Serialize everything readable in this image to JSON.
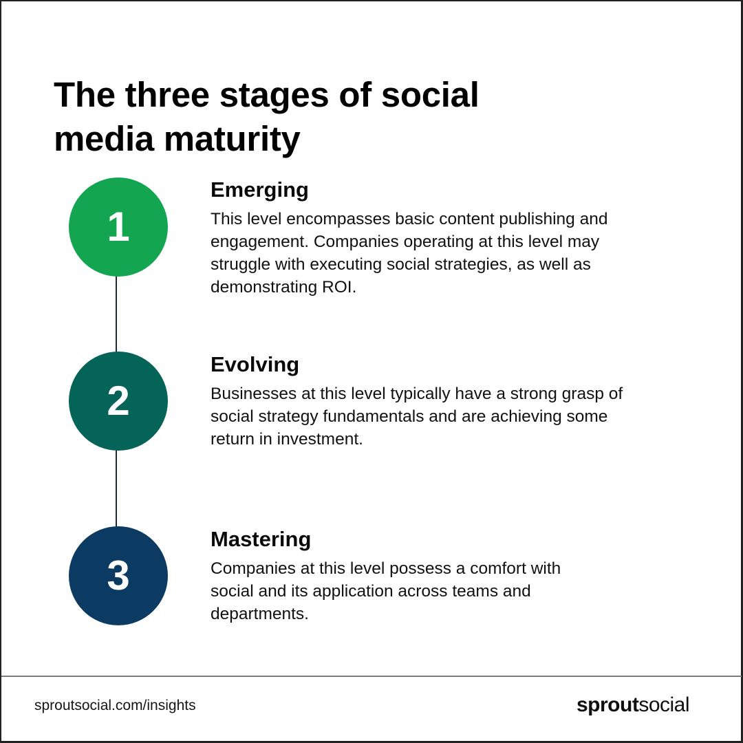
{
  "title": "The three stages of social media maturity",
  "stages": [
    {
      "number": "1",
      "label": "Emerging",
      "description": "This level encompasses basic content publishing and engagement. Companies operating at this level may struggle with executing social strategies, as well as demonstrating ROI.",
      "color": "#14a550"
    },
    {
      "number": "2",
      "label": "Evolving",
      "description": "Businesses at this level typically have a strong grasp of social strategy fundamentals and are achieving some return in investment.",
      "color": "#056458"
    },
    {
      "number": "3",
      "label": "Mastering",
      "description": "Companies at this level possess a comfort with social and its application across teams and departments.",
      "color": "#0b3a62"
    }
  ],
  "footer": {
    "url": "sproutsocial.com/insights",
    "logo_bold": "sprout",
    "logo_light": "social"
  }
}
